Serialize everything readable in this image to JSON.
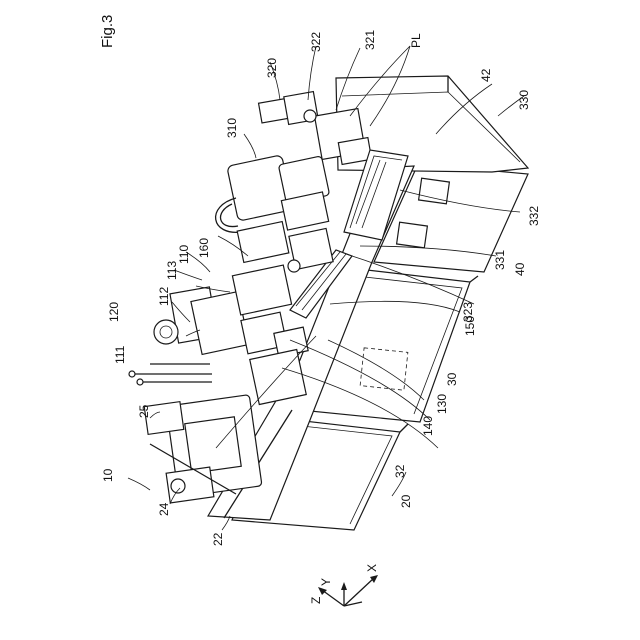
{
  "figure_label": "Fig.3",
  "labels": {
    "l10": "10",
    "l20": "20",
    "l22": "22",
    "l24": "24",
    "l25": "25",
    "l30": "30",
    "l32": "32",
    "l40": "40",
    "l42": "42",
    "l110": "110",
    "l111": "111",
    "l112": "112",
    "l113": "113",
    "l120": "120",
    "l130": "130",
    "l140": "140",
    "l150": "150",
    "l160": "160",
    "l310": "310",
    "l320": "320",
    "l321": "321",
    "l322": "322",
    "l323": "323",
    "l330": "330",
    "l331": "331",
    "l332": "332",
    "pl": "PL"
  },
  "axes": {
    "x": "X",
    "y": "Y",
    "z": "Z"
  }
}
